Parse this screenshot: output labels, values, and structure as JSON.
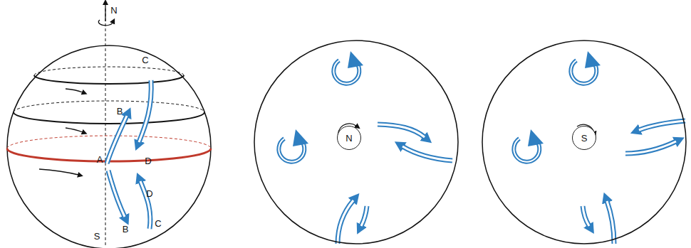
{
  "diagram": {
    "nodes": [
      {
        "text": [
          "N"
        ]
      },
      {
        "text": [
          "S"
        ]
      }
    ],
    "labels": [
      "N",
      "C",
      "B",
      "D",
      "A",
      "D",
      "S",
      "B",
      "C"
    ]
  }
}
